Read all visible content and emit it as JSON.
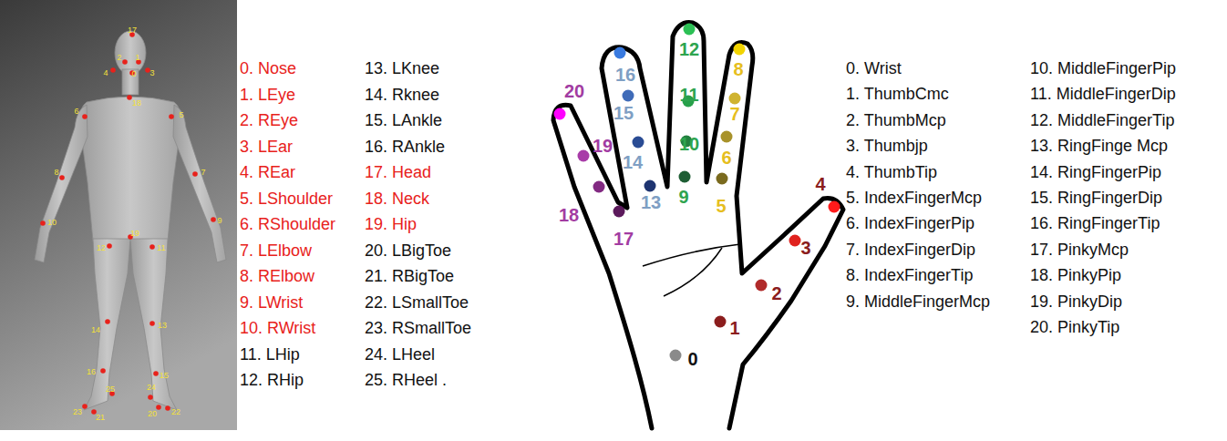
{
  "diagram": {
    "labels": [
      "17",
      "2",
      "1",
      "4",
      "0",
      "3",
      "18",
      "6",
      "5",
      "8",
      "7",
      "10",
      "9",
      "19",
      "12",
      "11",
      "14",
      "13",
      "16",
      "15",
      "25",
      "24",
      "23",
      "21",
      "20",
      "22",
      "0. Nose",
      "1. LEye",
      "2. REye",
      "3. LEar",
      "4. REar",
      "5. LShoulder",
      "6. RShoulder",
      "7. LElbow",
      "8. RElbow",
      "9. LWrist",
      "10. RWrist",
      "11. LHip",
      "12. RHip",
      "13. LKnee",
      "14. Rknee",
      "15. LAnkle",
      "16. RAnkle",
      "17. Head",
      "18. Neck",
      "19. Hip",
      "20. LBigToe",
      "21. RBigToe",
      "22. LSmallToe",
      "23. RSmallToe",
      "24. LHeel",
      "25. RHeel .",
      "0",
      "1",
      "2",
      "3",
      "4",
      "5",
      "6",
      "7",
      "8",
      "9",
      "10",
      "11",
      "12",
      "13",
      "14",
      "15",
      "16",
      "17",
      "18",
      "19",
      "20",
      "0. Wrist",
      "1. ThumbCmc",
      "2. ThumbMcp",
      "3. Thumbjp",
      "4. ThumbTip",
      "5. IndexFingerMcp",
      "6. IndexFingerPip",
      "7. IndexFingerDip",
      "8. IndexFingerTip",
      "9. MiddleFingerMcp",
      "10. MiddleFingerPip",
      "11. MiddleFingerDip",
      "12. MiddleFingerTip",
      "13. RingFinge Mcp",
      "14. RingFingerPip",
      "15. RingFingerDip",
      "16. RingFingerTip",
      "17. PinkyMcp",
      "18. PinkyPip",
      "19. PinkyDip",
      "20. PinkyTip"
    ]
  }
}
